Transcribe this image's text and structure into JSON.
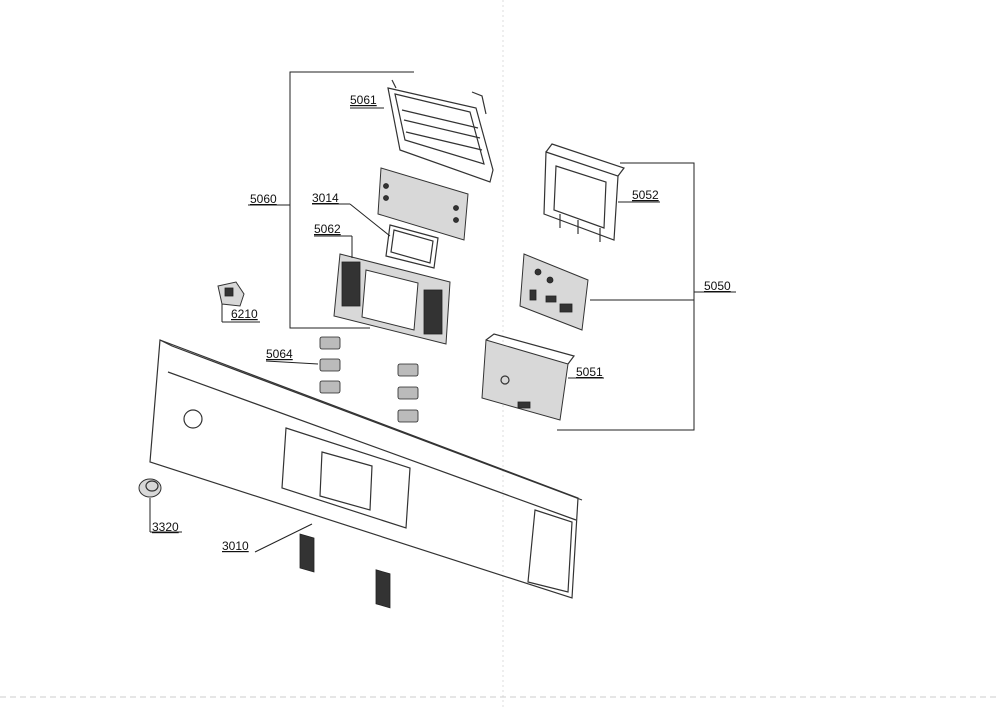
{
  "labels": {
    "p5061": "5061",
    "p5060": "5060",
    "p3014": "3014",
    "p5062": "5062",
    "p6210": "6210",
    "p5064": "5064",
    "p5052": "5052",
    "p5050": "5050",
    "p5051": "5051",
    "p3320": "3320",
    "p3010": "3010"
  }
}
